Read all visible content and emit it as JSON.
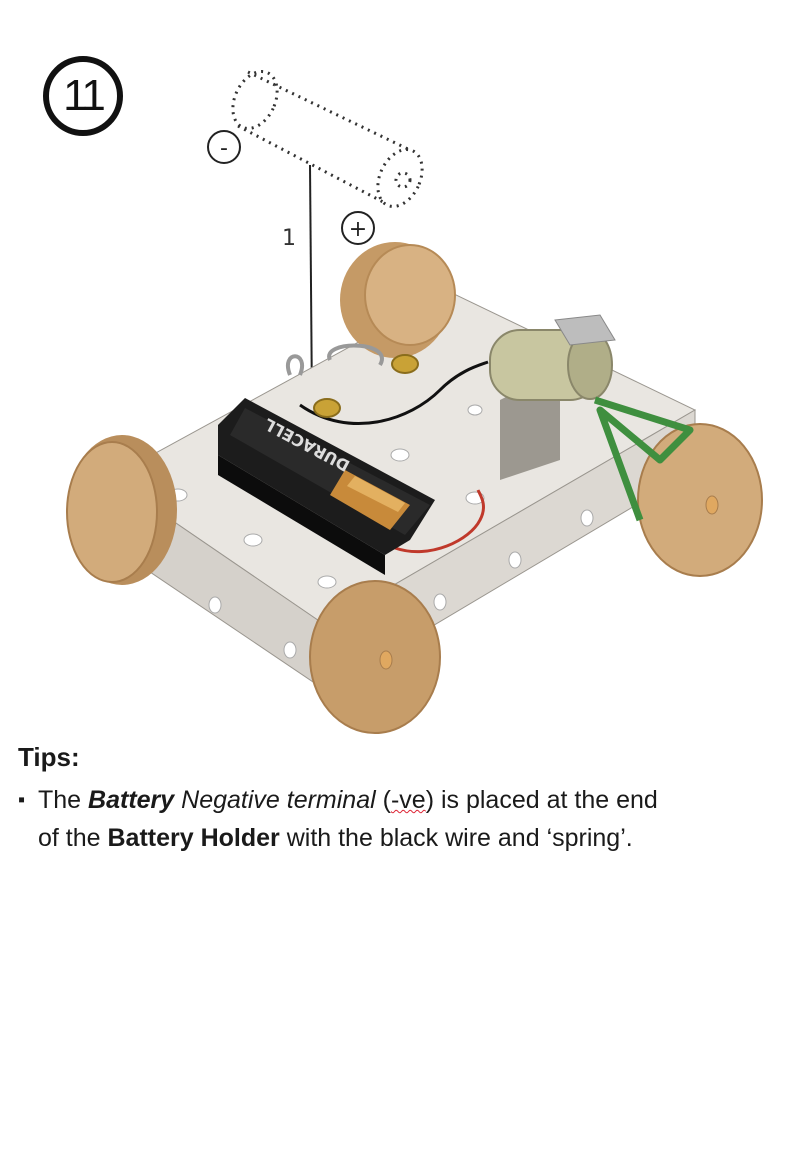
{
  "step": {
    "number": "11"
  },
  "diagram": {
    "polarity_minus": "-",
    "polarity_plus": "+",
    "arrow_label": "1",
    "battery_brand": "DURACELL"
  },
  "tips": {
    "heading": "Tips:",
    "bullet": "▪",
    "line1": {
      "before": "The ",
      "bold_italic": "Battery",
      "space": " ",
      "italic": "Negative terminal",
      "paren_open": " (",
      "abbr": "-ve",
      "after": ") is placed at the end"
    },
    "line2": {
      "before": "of the ",
      "bold": "Battery Holder",
      "after": " with the black wire and ‘spring’."
    }
  }
}
